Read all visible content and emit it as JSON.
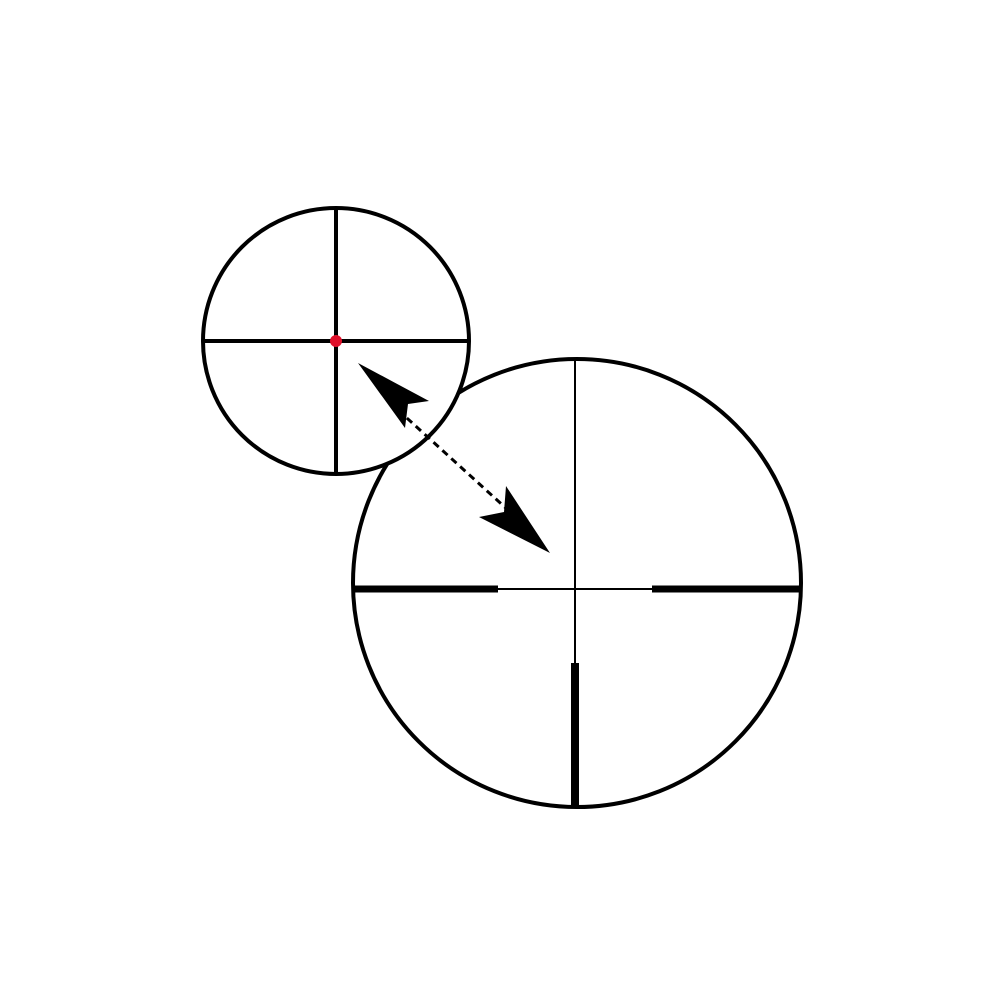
{
  "colors": {
    "background": "#ffffff",
    "line": "#000000",
    "center_dot": "#e0102a"
  },
  "diagram": {
    "small_reticle": {
      "icon": "crosshair-reticle-with-red-dot",
      "has_center_dot": true
    },
    "large_reticle": {
      "icon": "duplex-reticle-with-thick-posts",
      "has_center_dot": false
    },
    "connector": {
      "icon": "dashed-double-headed-arrow",
      "style": "dashed"
    }
  }
}
